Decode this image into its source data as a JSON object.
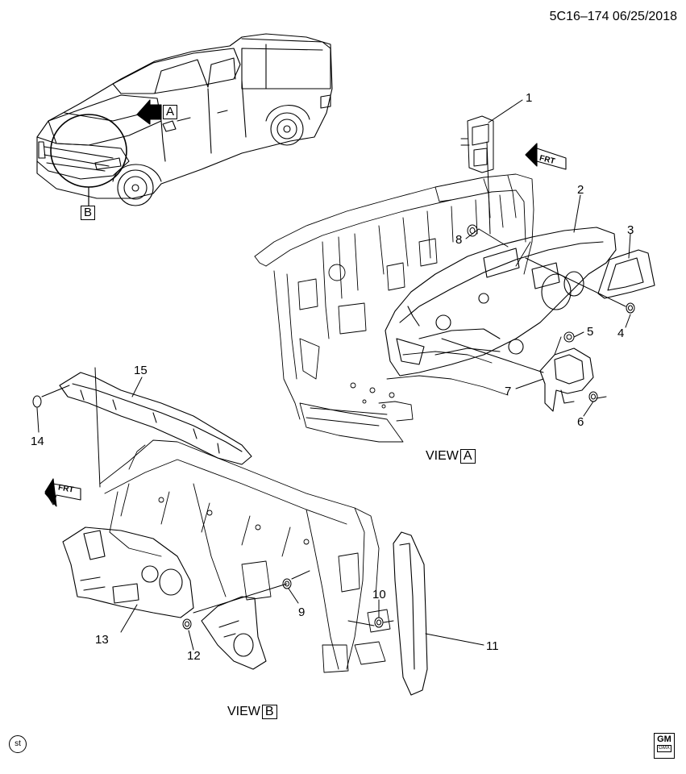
{
  "header": {
    "code": "5C16–174  06/25/2018"
  },
  "views": {
    "a_prefix": "VIEW",
    "a_letter": "A",
    "b_prefix": "VIEW",
    "b_letter": "B"
  },
  "truck_callouts": {
    "a": "A",
    "b": "B"
  },
  "frt": {
    "top": "FRT",
    "left": "FRT"
  },
  "callouts": [
    "1",
    "2",
    "3",
    "4",
    "5",
    "6",
    "7",
    "8",
    "9",
    "10",
    "11",
    "12",
    "13",
    "14",
    "15"
  ],
  "footer": {
    "st_symbol": "st",
    "gm_logo": "GM",
    "gm_sub": "GMX"
  }
}
